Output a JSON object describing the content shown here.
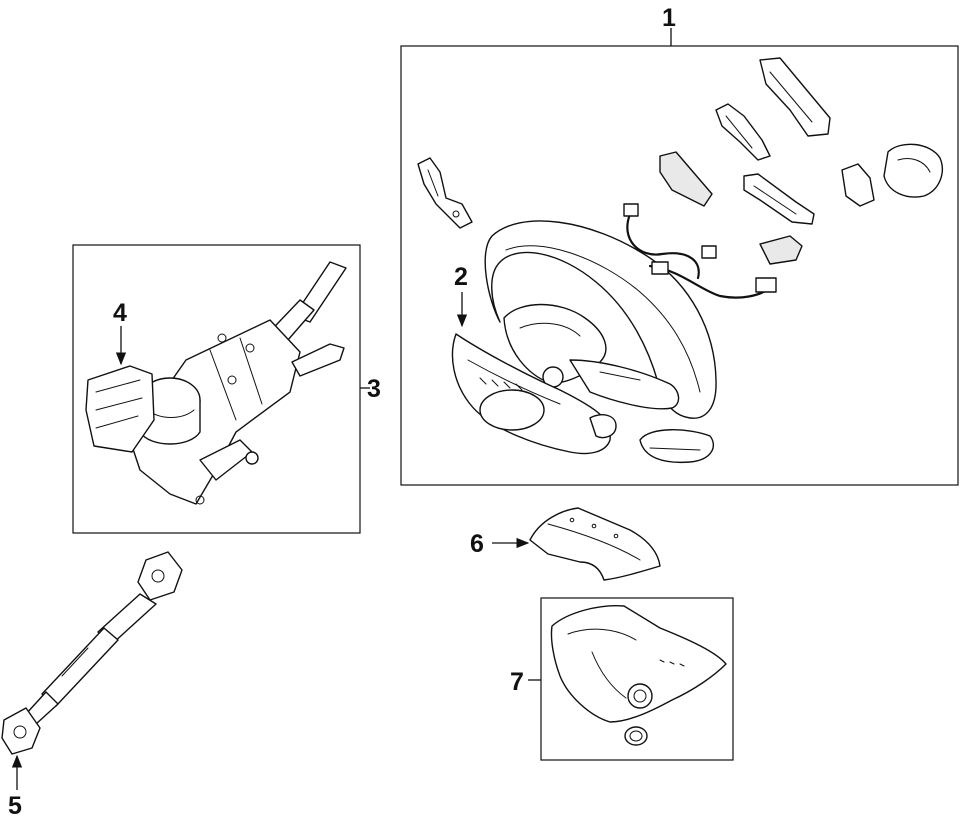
{
  "diagram": {
    "callouts": [
      {
        "id": "1",
        "label": "1"
      },
      {
        "id": "2",
        "label": "2"
      },
      {
        "id": "3",
        "label": "3"
      },
      {
        "id": "4",
        "label": "4"
      },
      {
        "id": "5",
        "label": "5"
      },
      {
        "id": "6",
        "label": "6"
      },
      {
        "id": "7",
        "label": "7"
      }
    ],
    "colors": {
      "line": "#111111",
      "background": "#ffffff",
      "shade": "#e9e9e9"
    }
  }
}
